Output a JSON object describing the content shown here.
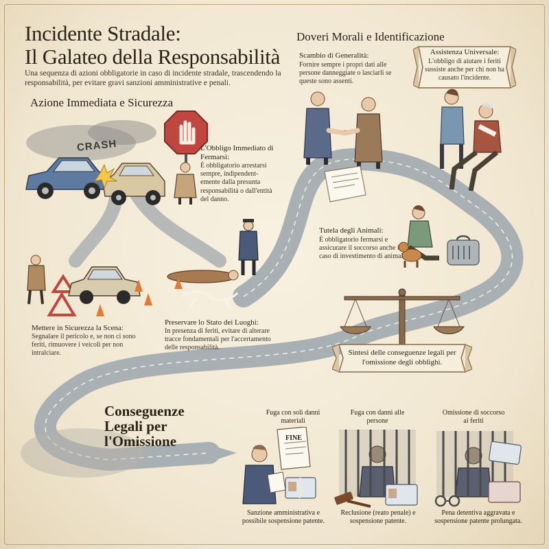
{
  "header": {
    "title_line1": "Incidente Stradale:",
    "title_line2": "Il Galateo della Responsabilità",
    "subtitle": "Una sequenza di azioni obbligatorie in caso di incidente stradale, trascendendo la responsabilità, per evitare gravi sanzioni amministrative e penali."
  },
  "sections": {
    "immediate": "Azione Immediata e Sicurezza",
    "moral": "Doveri Morali e Identificazione",
    "consequences": [
      "Conseguenze",
      "Legali per",
      "l'Omissione"
    ]
  },
  "steps": {
    "stop": {
      "title": "L'Obbligo Immediato di Fermarsi:",
      "text": "È obbligatorio arrestarsi sempre, indipendent-emente dalla presunta responsabilità o dall'entità del danno."
    },
    "secure": {
      "title": "Mettere in Sicurezza la Scena:",
      "text": "Segnalare il pericolo e, se non ci sono feriti, rimuovere i veicoli per non intralciare."
    },
    "preserve": {
      "title": "Preservare lo Stato dei Luoghi:",
      "text": "In presenza di feriti, evitare di alterare tracce fondamentali per l'accertamento delle responsabilità."
    },
    "exchange": {
      "title": "Scambio di Generalità:",
      "text": "Fornire sempre i propri dati alle persone danneggiate o lasciarli se queste sono assenti."
    },
    "assistance": {
      "title": "Assistenza Universale:",
      "text": "L'obbligo di aiutare i feriti sussiste anche per chi non ha causato l'incidente."
    },
    "animals": {
      "title": "Tutela degli Animali:",
      "text": "È obbligatorio fermarsi e assicurare il soccorso anche in caso di investimento di animali."
    }
  },
  "scale_banner": "Sintesi delle conseguenze legali per l'omissione degli obblighi.",
  "illustration_labels": {
    "crash": "CRASH",
    "fine": "FINE"
  },
  "consequences": [
    {
      "title": "Fuga con soli danni materiali",
      "caption": "Sanzione amministrativa e possibile sospensione patente."
    },
    {
      "title": "Fuga con danni alle persone",
      "caption": "Reclusione (reato penale) e sospensione patente."
    },
    {
      "title": "Omissione di soccorso ai feriti",
      "caption": "Pena detentiva aggravata e sospensione patente prolungata."
    }
  ],
  "colors": {
    "paper": "#f3ead6",
    "road": "#a9b0b4",
    "ink": "#2a2218",
    "brown": "#8a6a4a",
    "stop_red": "#c0473f",
    "coat_blue": "#4a5a78"
  }
}
